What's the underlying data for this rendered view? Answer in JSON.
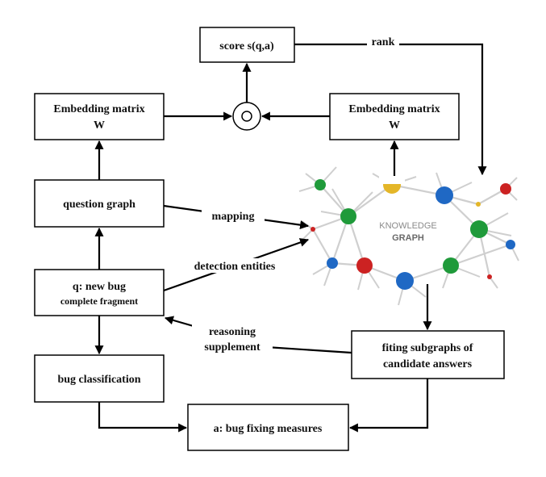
{
  "boxes": {
    "score": "score s(q,a)",
    "emb_left_line1": "Embedding matrix",
    "emb_left_line2": "W",
    "emb_right_line1": "Embedding matrix",
    "emb_right_line2": "W",
    "question_graph": "question graph",
    "new_bug_line1": "q: new bug",
    "new_bug_line2": "complete fragment",
    "bug_classification": "bug classification",
    "fiting_line1": "fiting subgraphs of",
    "fiting_line2": "candidate answers",
    "bug_fixing": "a: bug fixing measures"
  },
  "edge_labels": {
    "rank": "rank",
    "mapping": "mapping",
    "detection": "detection entities",
    "reasoning_line1": "reasoning",
    "reasoning_line2": "supplement"
  },
  "knowledge_graph": {
    "line1": "KNOWLEDGE",
    "line2": "GRAPH"
  },
  "colors": {
    "green": "#1f9a3a",
    "blue": "#1f68c4",
    "red": "#cc2222",
    "yellow": "#e4b628",
    "edge": "#cfcfcf",
    "kg_text": "#8a8a8a",
    "kg_text_bold": "#6a6a6a"
  }
}
